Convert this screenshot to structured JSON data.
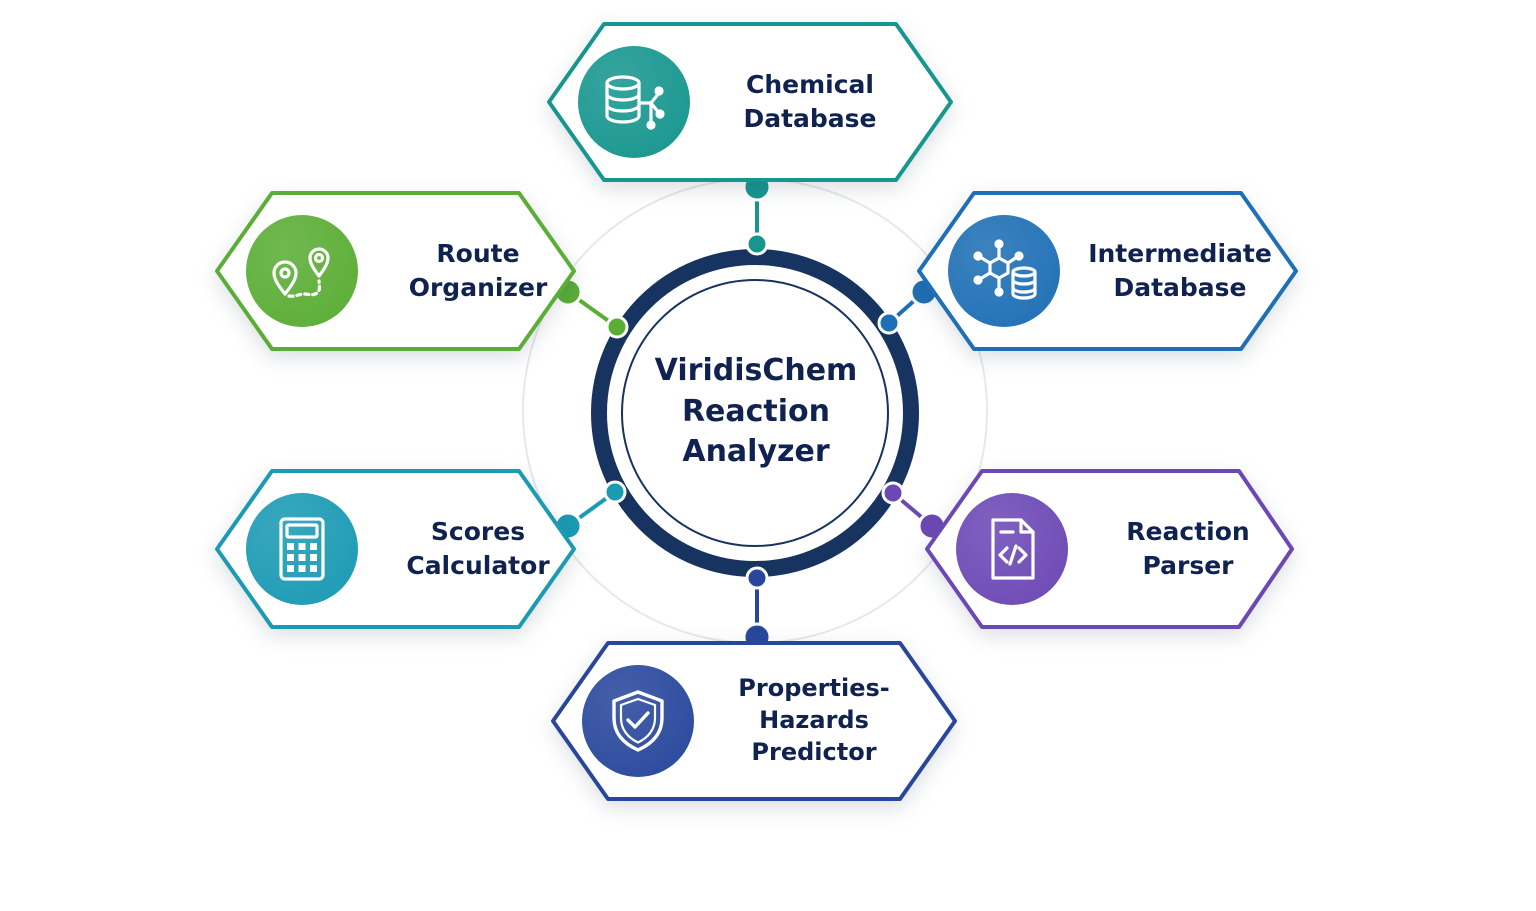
{
  "hub": {
    "title": "ViridisChem\nReaction\nAnalyzer",
    "ring_color": "#17335f"
  },
  "modules": {
    "chemical_database": {
      "label": "Chemical\nDatabase",
      "color": "#17968f",
      "icon": "database-molecule-icon"
    },
    "intermediate_database": {
      "label": "Intermediate\nDatabase",
      "color": "#1e6fb5",
      "icon": "molecule-database-icon"
    },
    "reaction_parser": {
      "label": "Reaction\nParser",
      "color": "#6c48b5",
      "icon": "code-document-icon"
    },
    "properties_hazards_predictor": {
      "label": "Properties-\nHazards\nPredictor",
      "color": "#28479c",
      "icon": "shield-check-icon"
    },
    "scores_calculator": {
      "label": "Scores\nCalculator",
      "color": "#1a9ab3",
      "icon": "calculator-icon"
    },
    "route_organizer": {
      "label": "Route\nOrganizer",
      "color": "#5aad35",
      "icon": "route-map-pin-icon"
    }
  }
}
